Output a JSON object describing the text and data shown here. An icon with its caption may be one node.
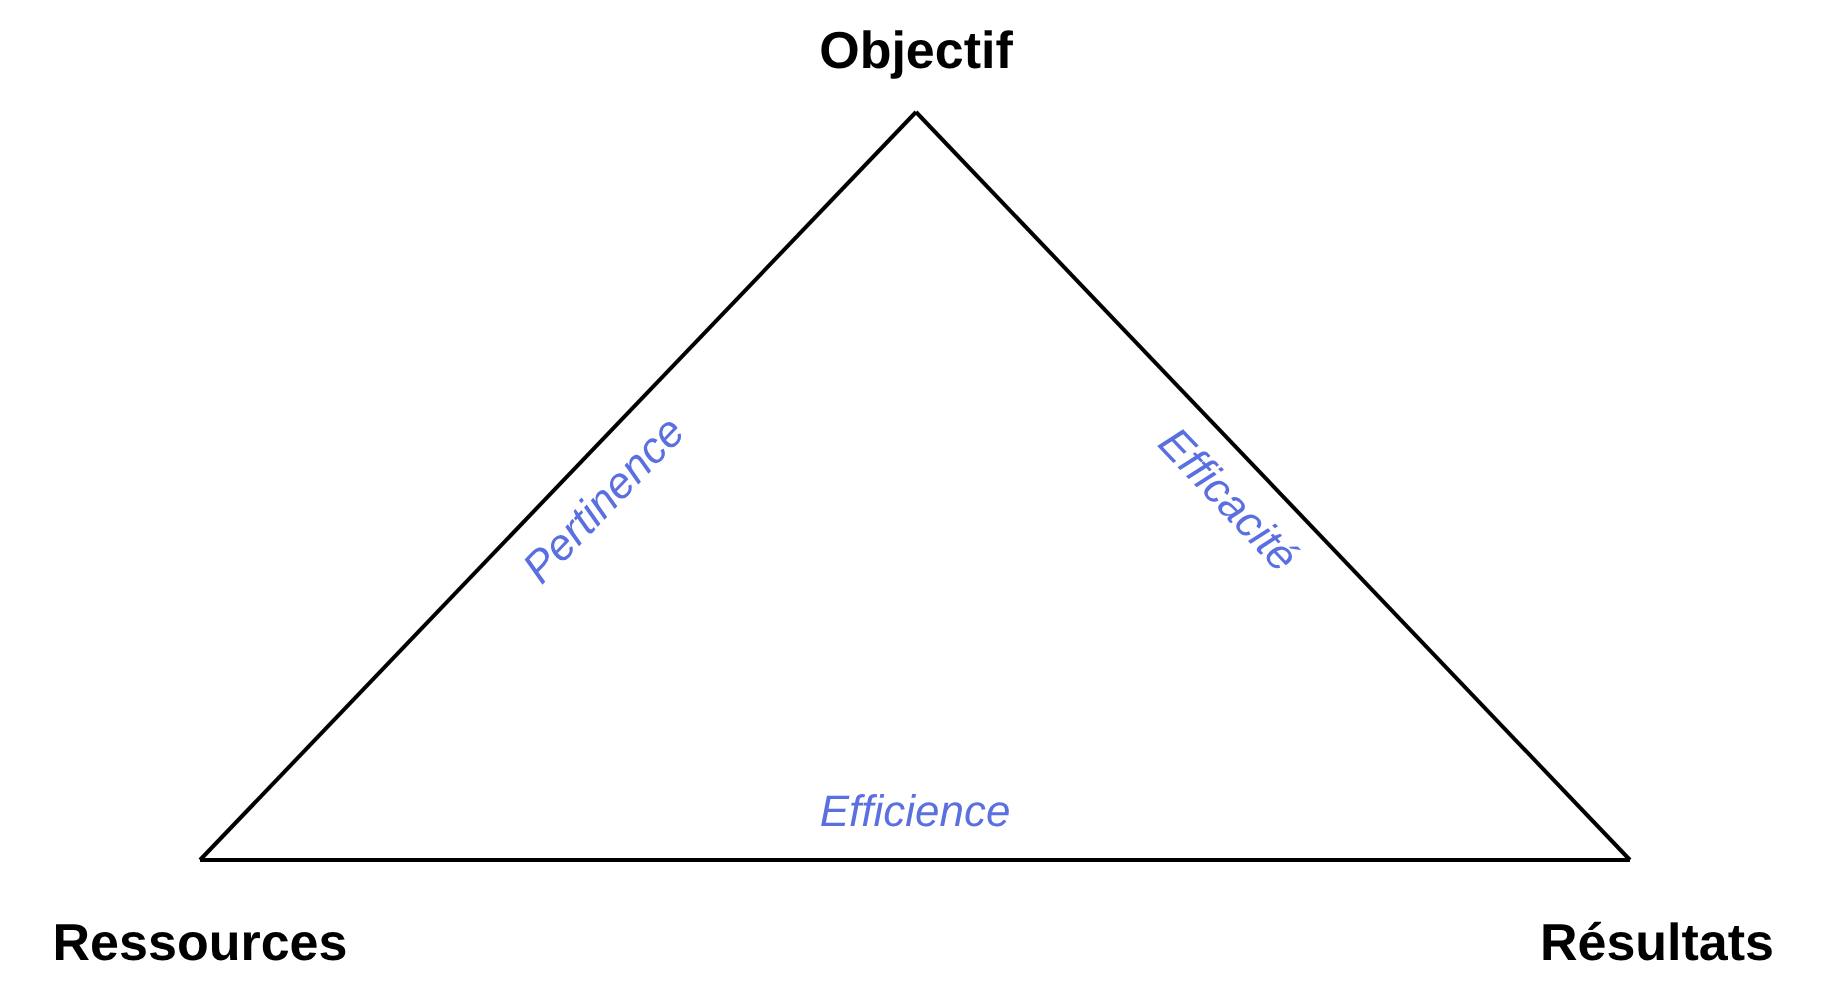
{
  "diagram": {
    "nodes": [
      {
        "text": [
          "Objectif"
        ]
      },
      {
        "text": [
          "Ressources"
        ]
      },
      {
        "text": [
          "Résultats"
        ]
      }
    ],
    "edges": [
      {
        "from": 0,
        "to": 1,
        "arrow": "none",
        "label": "Pertinence"
      },
      {
        "from": 0,
        "to": 2,
        "arrow": "none",
        "label": "Efficacité"
      },
      {
        "from": 1,
        "to": 2,
        "arrow": "none",
        "label": "Efficience"
      }
    ]
  }
}
